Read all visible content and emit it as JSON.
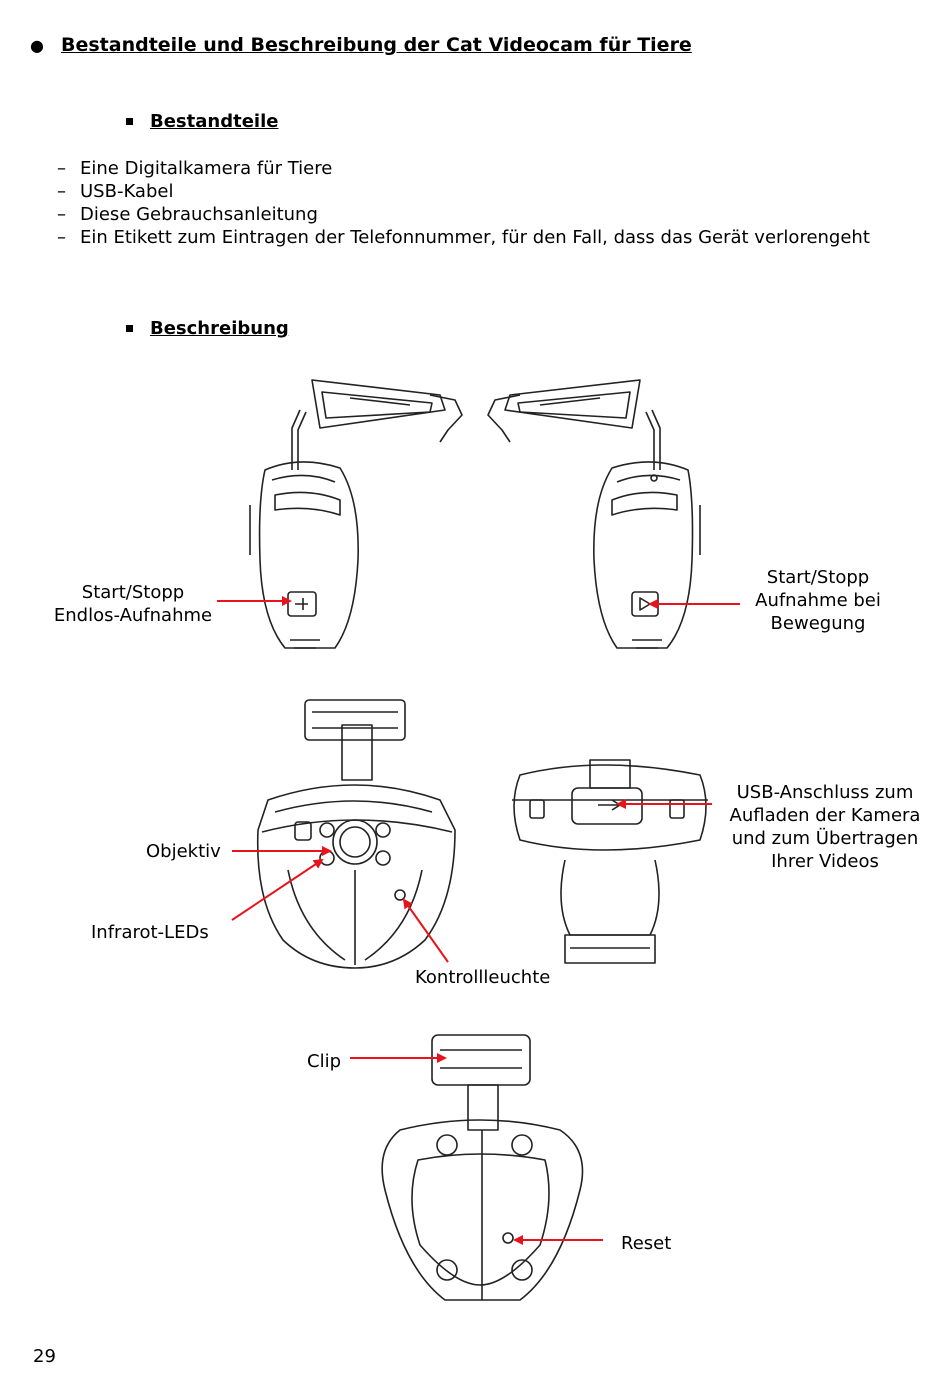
{
  "heading": {
    "bullet": "●",
    "title": "Bestandteile und Beschreibung der Cat Videocam für Tiere"
  },
  "section1": {
    "title": "Bestandteile"
  },
  "parts": [
    {
      "dash": "–",
      "text": "Eine Digitalkamera für Tiere"
    },
    {
      "dash": "–",
      "text": "USB-Kabel"
    },
    {
      "dash": "–",
      "text": "Diese Gebrauchsanleitung"
    },
    {
      "dash": "–",
      "text": "Ein Etikett zum Eintragen der Telefonnummer, für den Fall, dass das Gerät verlorengeht"
    }
  ],
  "section2": {
    "title": "Beschreibung"
  },
  "labels": {
    "start_loop_1": "Start/Stopp",
    "start_loop_2": "Endlos-Aufnahme",
    "start_motion_1": "Start/Stopp",
    "start_motion_2": "Aufnahme bei",
    "start_motion_3": "Bewegung",
    "lens": "Objektiv",
    "ir_leds": "Infrarot-LEDs",
    "indicator": "Kontrollleuchte",
    "usb_1": "USB-Anschluss zum",
    "usb_2": "Aufladen der Kamera",
    "usb_3": "und zum Übertragen",
    "usb_4": "Ihrer Videos",
    "clip": "Clip",
    "reset": "Reset"
  },
  "page_number": "29",
  "colors": {
    "arrow": "#e8141c",
    "line": "#222222"
  }
}
